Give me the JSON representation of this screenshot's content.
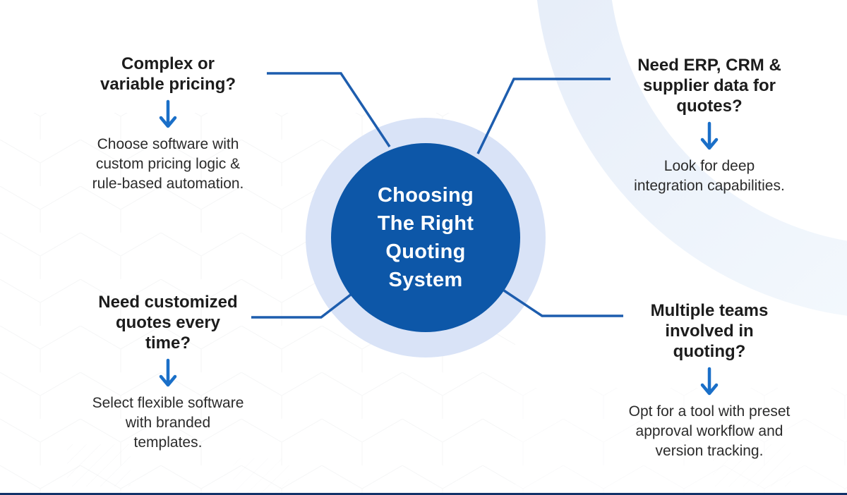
{
  "center": {
    "title": "Choosing\nThe Right\nQuoting\nSystem"
  },
  "quadrants": {
    "top_left": {
      "question": "Complex or\nvariable pricing?",
      "answer": "Choose software with\ncustom pricing logic &\nrule-based automation."
    },
    "top_right": {
      "question": "Need ERP, CRM &\nsupplier data for\nquotes?",
      "answer": "Look for deep\nintegration capabilities."
    },
    "bottom_left": {
      "question": "Need customized\nquotes every\ntime?",
      "answer": "Select flexible software\nwith branded\ntemplates."
    },
    "bottom_right": {
      "question": "Multiple teams\ninvolved in\nquoting?",
      "answer": "Opt for a tool with preset\napproval workflow and\nversion tracking."
    }
  },
  "colors": {
    "background": "#ffffff",
    "circle_fill": "#0d57a8",
    "circle_halo": "#d9e3f7",
    "connector": "#1d5dae",
    "arrow": "#1a6fc8",
    "heading_text": "#1c1c1c",
    "body_text": "#2b2b2b",
    "arc_band": "#e7eef9",
    "arc_band_end": "#f3f8fd",
    "bottom_bar": "#123269"
  }
}
